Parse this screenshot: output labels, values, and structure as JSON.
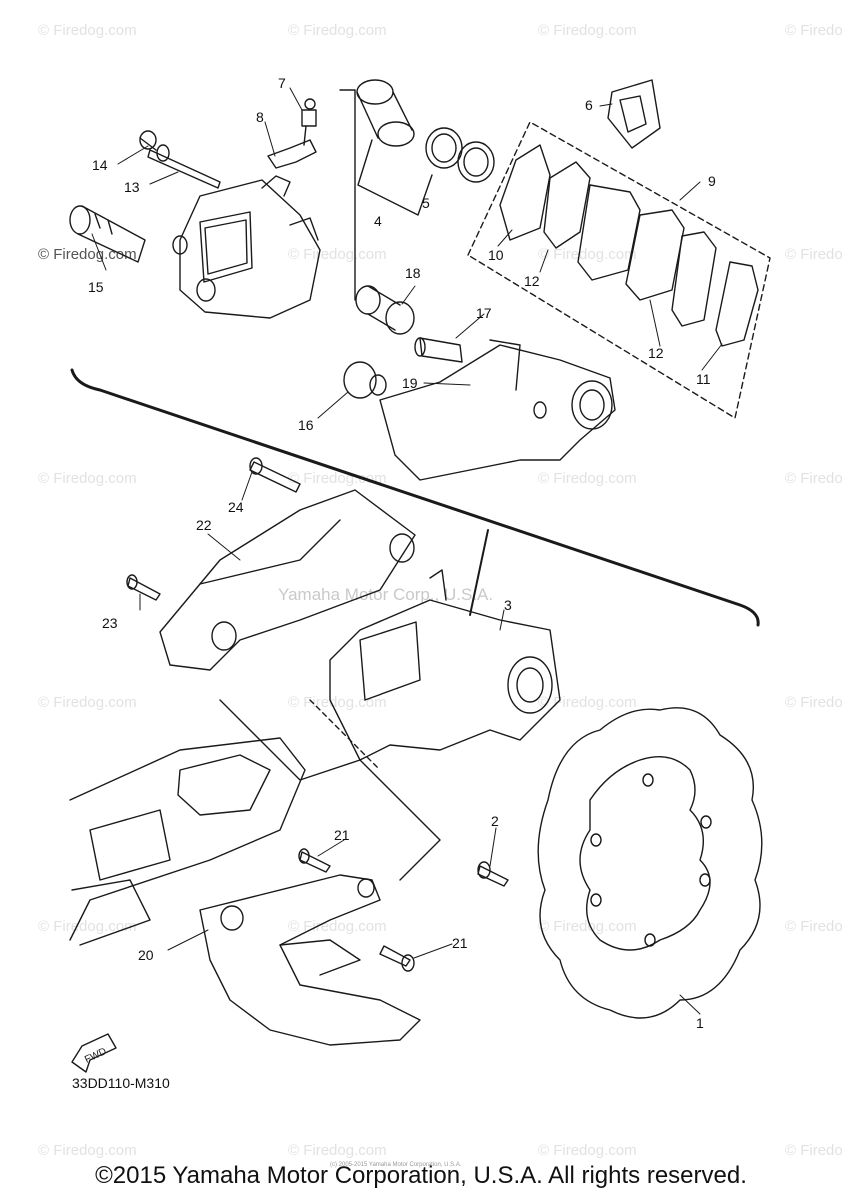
{
  "watermark": "© Firedog.com",
  "center_watermark": "Yamaha Motor Corp., U.S.A.",
  "diagram_code": "33DD110-M310",
  "footer": "©2015 Yamaha Motor Corporation, U.S.A. All rights reserved.",
  "footer_small": "(c) 2005-2015 Yamaha Motor Corporation, U.S.A.",
  "fwd_label": "FWD",
  "callouts": [
    "1",
    "2",
    "3",
    "4",
    "5",
    "6",
    "7",
    "8",
    "9",
    "10",
    "11",
    "12",
    "12",
    "13",
    "14",
    "15",
    "16",
    "17",
    "18",
    "19",
    "20",
    "21",
    "21",
    "22",
    "23",
    "24"
  ],
  "colors": {
    "line": "#1a1a1a",
    "watermark": "#e2e2e2",
    "background": "#ffffff"
  }
}
